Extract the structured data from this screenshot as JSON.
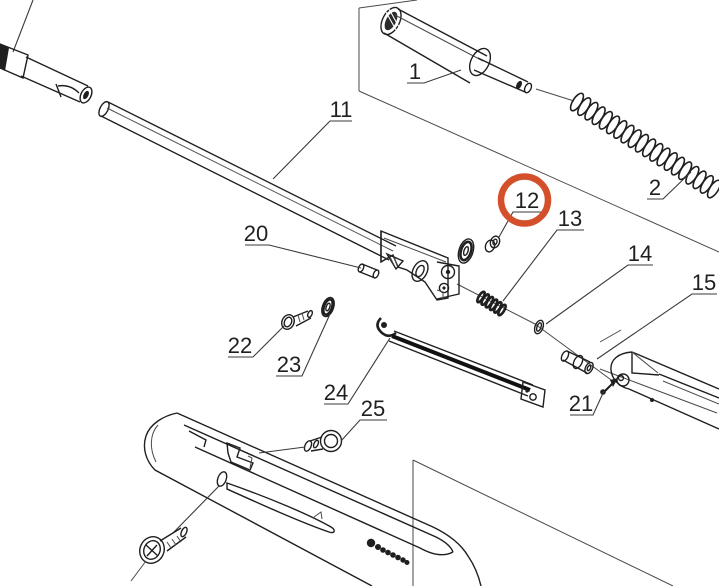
{
  "figure": {
    "kind": "exploded-parts-diagram",
    "background": "#ffffff",
    "line_color": "#1f1f1f",
    "construction_line_color": "#4a4a4a",
    "highlight": {
      "shape": "circle",
      "color": "#d4502b",
      "part_number": "12"
    }
  },
  "callouts": [
    {
      "num": "1"
    },
    {
      "num": "2"
    },
    {
      "num": "11"
    },
    {
      "num": "12",
      "highlighted": true
    },
    {
      "num": "13"
    },
    {
      "num": "14"
    },
    {
      "num": "15"
    },
    {
      "num": "20"
    },
    {
      "num": "21"
    },
    {
      "num": "22"
    },
    {
      "num": "23"
    },
    {
      "num": "24"
    },
    {
      "num": "25"
    }
  ]
}
